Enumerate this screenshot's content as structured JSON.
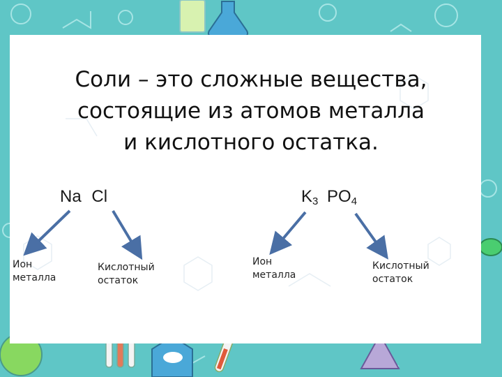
{
  "slide": {
    "title_lines": [
      "Соли – это сложные вещества,",
      "состоящие из атомов металла",
      "и кислотного остатка."
    ]
  },
  "formula_left": {
    "metal": "Na",
    "acid": "Cl",
    "metal_label": [
      "Ион",
      "металла"
    ],
    "acid_label": [
      "Кислотный",
      "остаток"
    ]
  },
  "formula_right": {
    "metal": "K",
    "metal_sub": "3",
    "acid": "PO",
    "acid_sub": "4",
    "metal_label": [
      "Ион",
      "металла"
    ],
    "acid_label": [
      "Кислотный",
      "остаток"
    ]
  },
  "colors": {
    "frame": "#5fc6c6",
    "arrow": "#4a6fa5",
    "text": "#111111"
  }
}
